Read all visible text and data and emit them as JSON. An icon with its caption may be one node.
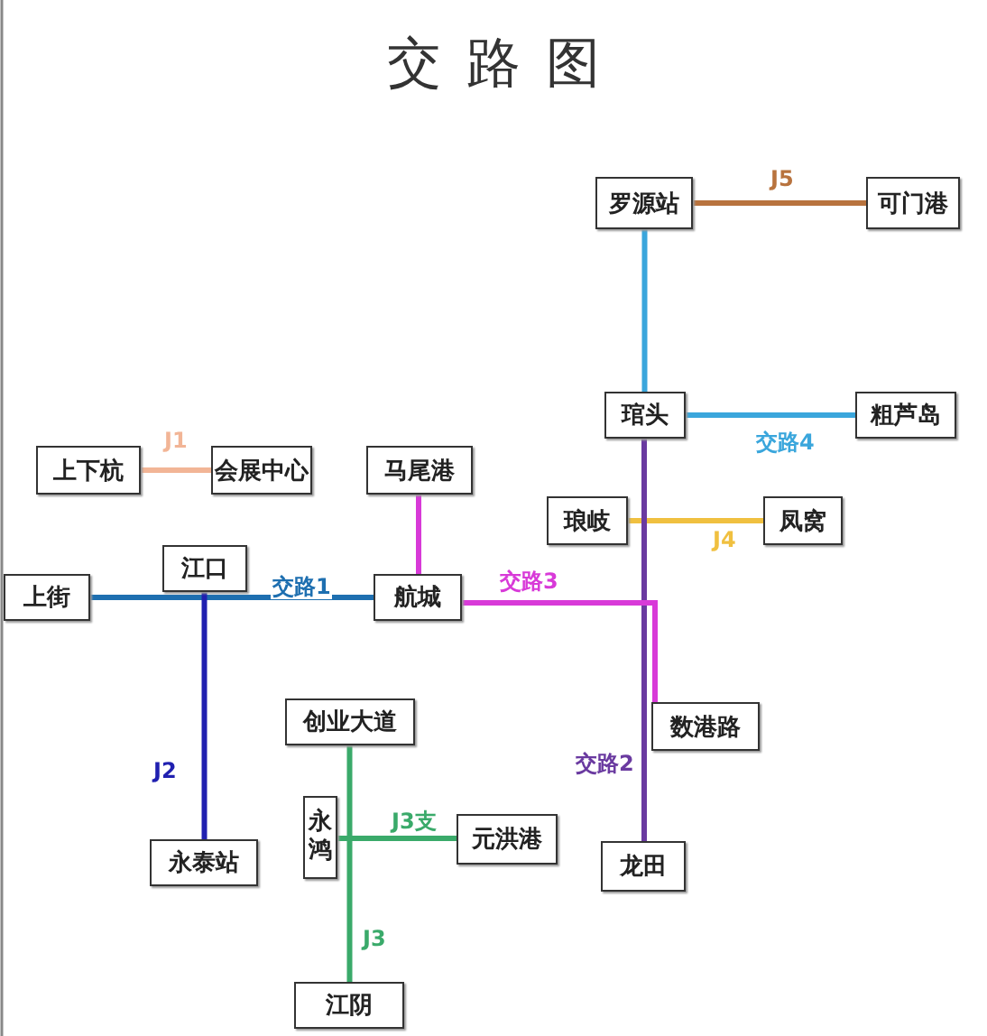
{
  "diagram": {
    "title": "交路图",
    "nodes": [
      {
        "text": [
          "罗源站"
        ]
      },
      {
        "text": [
          "可门港"
        ]
      },
      {
        "text": [
          "琯头"
        ]
      },
      {
        "text": [
          "粗芦岛"
        ]
      },
      {
        "text": [
          "上下杭"
        ]
      },
      {
        "text": [
          "会展中心"
        ]
      },
      {
        "text": [
          "马尾港"
        ]
      },
      {
        "text": [
          "琅岐"
        ]
      },
      {
        "text": [
          "凤窝"
        ]
      },
      {
        "text": [
          "江口"
        ]
      },
      {
        "text": [
          "上街"
        ]
      },
      {
        "text": [
          "航城"
        ]
      },
      {
        "text": [
          "数港路"
        ]
      },
      {
        "text": [
          "创业大道"
        ]
      },
      {
        "text": [
          "永鸿"
        ]
      },
      {
        "text": [
          "元洪港"
        ]
      },
      {
        "text": [
          "永泰站"
        ]
      },
      {
        "text": [
          "龙田"
        ]
      },
      {
        "text": [
          "江阴"
        ]
      }
    ],
    "edges": [
      {
        "from": 0,
        "to": 1,
        "arrow": "none",
        "label": "J5",
        "color": "#b8733e"
      },
      {
        "from": 0,
        "to": 2,
        "arrow": "none",
        "color": "#3aa6dc"
      },
      {
        "from": 2,
        "to": 3,
        "arrow": "none",
        "label": "交路4",
        "color": "#3aa6dc"
      },
      {
        "from": 4,
        "to": 5,
        "arrow": "none",
        "label": "J1",
        "color": "#f2b596"
      },
      {
        "from": 6,
        "to": 11,
        "arrow": "none",
        "color": "#d83ad8"
      },
      {
        "from": 7,
        "to": 8,
        "arrow": "none",
        "label": "J4",
        "color": "#f0c040"
      },
      {
        "from": 2,
        "to": 17,
        "arrow": "none",
        "label": "交路2",
        "color": "#6a3aa0"
      },
      {
        "from": 10,
        "to": 11,
        "arrow": "none",
        "label": "交路1",
        "color": "#1e6fb0"
      },
      {
        "from": 9,
        "to": 16,
        "arrow": "none",
        "label": "J2",
        "color": "#2020b0"
      },
      {
        "from": 11,
        "to": 12,
        "arrow": "none",
        "label": "交路3",
        "color": "#d83ad8"
      },
      {
        "from": 13,
        "to": 18,
        "arrow": "none",
        "label": "J3",
        "color": "#3aaa6a"
      },
      {
        "from": 14,
        "to": 15,
        "arrow": "none",
        "label": "J3支",
        "color": "#3aaa6a"
      }
    ]
  }
}
